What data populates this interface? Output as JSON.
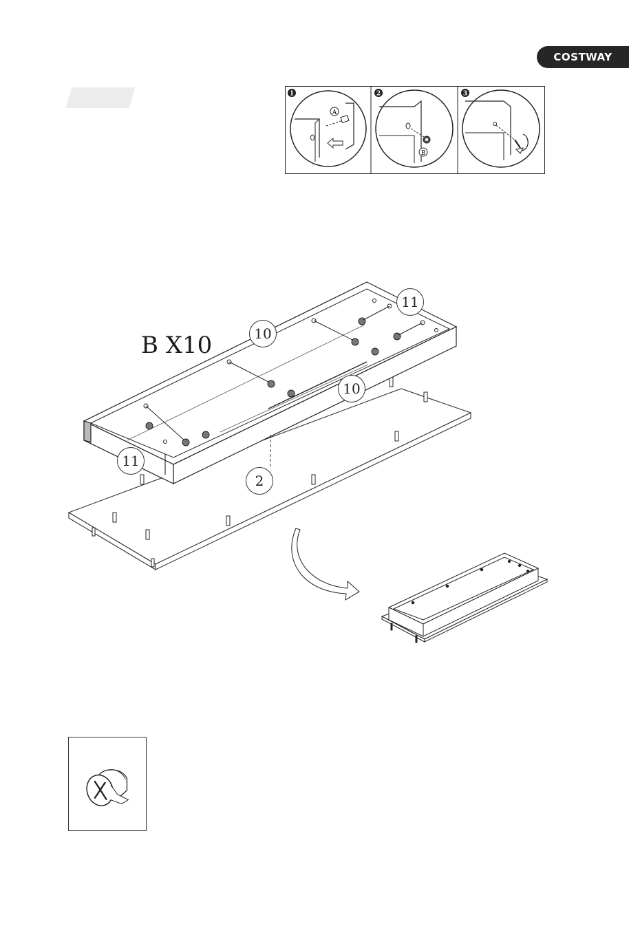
{
  "header": {
    "brand": "COSTWAY"
  },
  "detail_panels": [
    {
      "step": "1",
      "part_letter": "A"
    },
    {
      "step": "2",
      "part_letter": "B"
    },
    {
      "step": "3"
    }
  ],
  "assembly": {
    "quantity_label": "B X10",
    "callouts": {
      "top_right": "11",
      "top_mid": "10",
      "mid": "10",
      "left": "11",
      "bottom_panel": "2"
    }
  }
}
